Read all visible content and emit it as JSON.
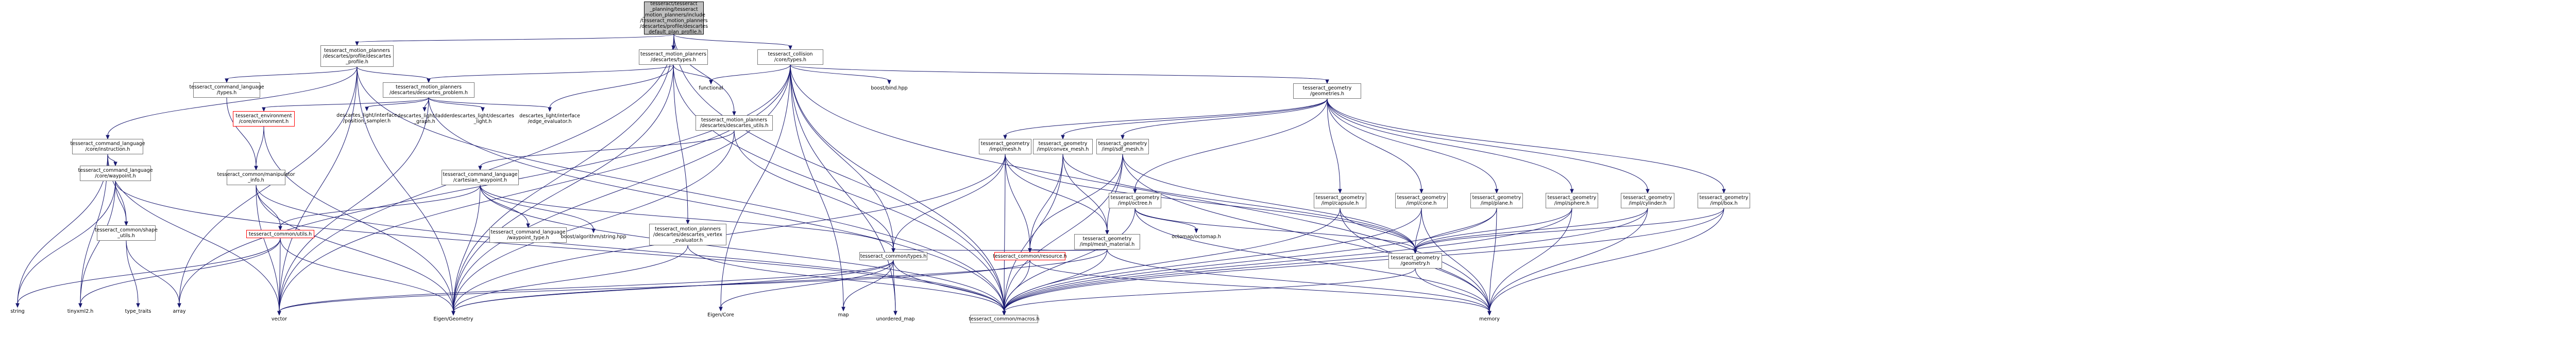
{
  "graph": {
    "edge_color": "#191970",
    "root_fill": "#bfbfbf",
    "nodes": {
      "root": "tesseract/tesseract\n_planning/tesseract\n_motion_planners/include\n/tesseract_motion_planners\n/descartes/profile/descartes\n_default_plan_profile.h",
      "descartes_profile": "tesseract_motion_planners\n/descartes/profile/descartes\n_profile.h",
      "descartes_types": "tesseract_motion_planners\n/descartes/types.h",
      "collision_types": "tesseract_collision\n/core/types.h",
      "command_language_types": "tesseract_command_language\n/types.h",
      "descartes_problem": "tesseract_motion_planners\n/descartes/descartes_problem.h",
      "descartes_utils": "tesseract_motion_planners\n/descartes/descartes_utils.h",
      "cl_instruction": "tesseract_command_language\n/core/instruction.h",
      "environment": "tesseract_environment\n/core/environment.h",
      "pose_sampler": "descartes_light/interface\n/position_sampler.h",
      "ladder_graph": "descartes_light/ladder\n_graph.h",
      "descartes_light": "descartes_light/descartes\n_light.h",
      "edge_evaluator": "descartes_light/interface\n/edge_evaluator.h",
      "functional": "functional",
      "boost_bind": "boost/bind.hpp",
      "geometries": "tesseract_geometry\n/geometries.h",
      "cl_waypoint": "tesseract_command_language\n/core/waypoint.h",
      "manipulator_info": "tesseract_common/manipulator\n_info.h",
      "cartesian_waypoint": "tesseract_command_language\n/cartesian_waypoint.h",
      "impl_mesh": "tesseract_geometry\n/impl/mesh.h",
      "impl_convex_mesh": "tesseract_geometry\n/impl/convex_mesh.h",
      "impl_sdf_mesh": "tesseract_geometry\n/impl/sdf_mesh.h",
      "impl_octree": "tesseract_geometry\n/impl/octree.h",
      "impl_capsule": "tesseract_geometry\n/impl/capsule.h",
      "impl_cone": "tesseract_geometry\n/impl/cone.h",
      "impl_plane": "tesseract_geometry\n/impl/plane.h",
      "impl_sphere": "tesseract_geometry\n/impl/sphere.h",
      "impl_cylinder": "tesseract_geometry\n/impl/cylinder.h",
      "impl_box": "tesseract_geometry\n/impl/box.h",
      "shape_utils": "tesseract_common/shape\n_utils.h",
      "common_utils": "tesseract_common/utils.h",
      "waypoint_type": "tesseract_command_language\n/waypoint_type.h",
      "boost_string": "boost/algorithm/string.hpp",
      "vertex_evaluator": "tesseract_motion_planners\n/descartes/descartes_vertex\n_evaluator.h",
      "mesh_material": "tesseract_geometry\n/impl/mesh_material.h",
      "common_types": "tesseract_common/types.h",
      "common_resource": "tesseract_common/resource.h",
      "octomap": "octomap/octomap.h",
      "geometry_h": "tesseract_geometry\n/geometry.h",
      "string": "string",
      "tinyxml2": "tinyxml2.h",
      "type_traits": "type_traits",
      "array": "array",
      "vector": "vector",
      "eigen_geometry": "Eigen/Geometry",
      "eigen_core": "Eigen/Core",
      "unordered_map": "unordered_map",
      "map": "map",
      "macros": "tesseract_common/macros.h",
      "memory": "memory"
    }
  }
}
